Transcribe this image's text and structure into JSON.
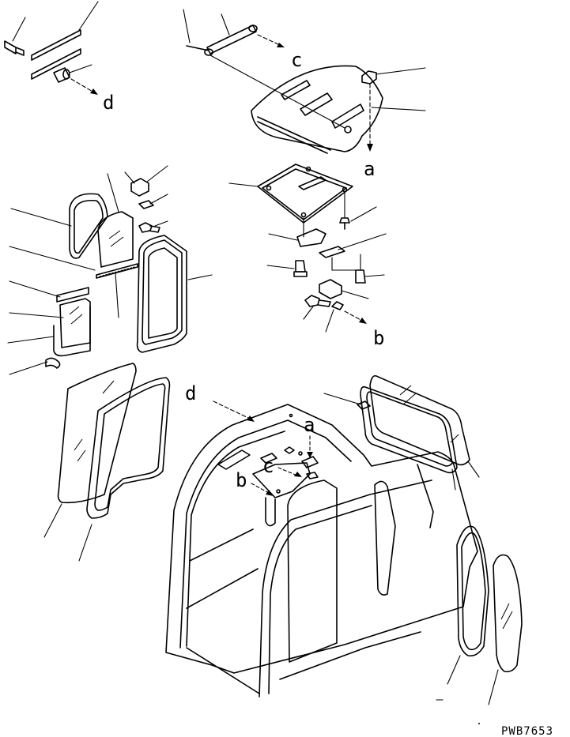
{
  "callouts": {
    "a_top": "a",
    "a_cab": "a",
    "b_right": "b",
    "b_cab": "b",
    "c_top": "c",
    "c_cab": "c",
    "d_top": "d",
    "d_cab": "d"
  },
  "drawing_code": "PWB7653"
}
